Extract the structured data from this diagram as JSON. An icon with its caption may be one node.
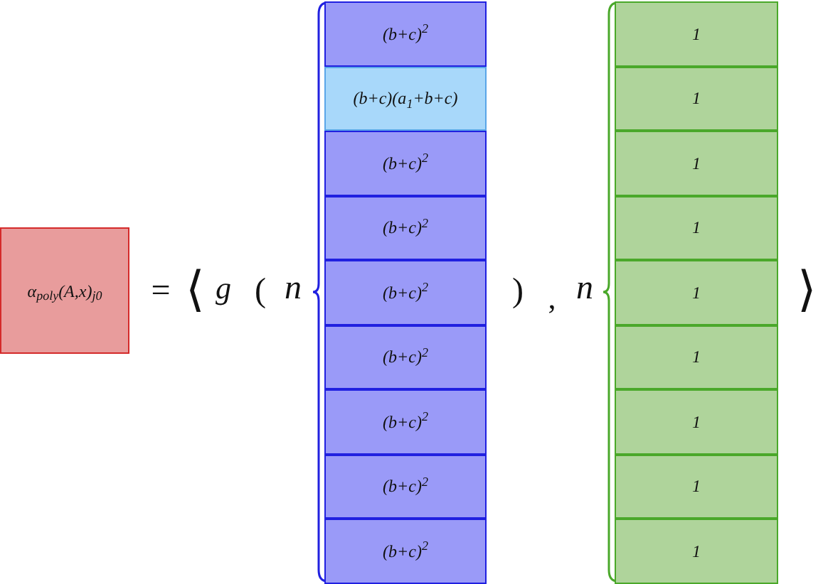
{
  "diagram": {
    "nodes": [
      {
        "text": [
          "α$_{poly}$(A,x)$_{j0}$"
        ]
      },
      {
        "text": [
          "(b+c)$^{2}$"
        ]
      },
      {
        "text": [
          "(b+c)(a$_{1}$+b+c)"
        ]
      },
      {
        "text": [
          "(b+c)$^{2}$"
        ]
      },
      {
        "text": [
          "(b+c)$^{2}$"
        ]
      },
      {
        "text": [
          "(b+c)$^{2}$"
        ]
      },
      {
        "text": [
          "(b+c)$^{2}$"
        ]
      },
      {
        "text": [
          "(b+c)$^{2}$"
        ]
      },
      {
        "text": [
          "(b+c)$^{2}$"
        ]
      },
      {
        "text": [
          "(b+c)$^{2}$"
        ]
      },
      {
        "text": [
          "1"
        ]
      },
      {
        "text": [
          "1"
        ]
      },
      {
        "text": [
          "1"
        ]
      },
      {
        "text": [
          "1"
        ]
      },
      {
        "text": [
          "1"
        ]
      },
      {
        "text": [
          "1"
        ]
      },
      {
        "text": [
          "1"
        ]
      },
      {
        "text": [
          "1"
        ]
      },
      {
        "text": [
          "1"
        ]
      }
    ],
    "labels": [
      "=",
      "⟨",
      "g",
      "(",
      "n",
      ")",
      ",",
      "n",
      "⟩"
    ]
  }
}
